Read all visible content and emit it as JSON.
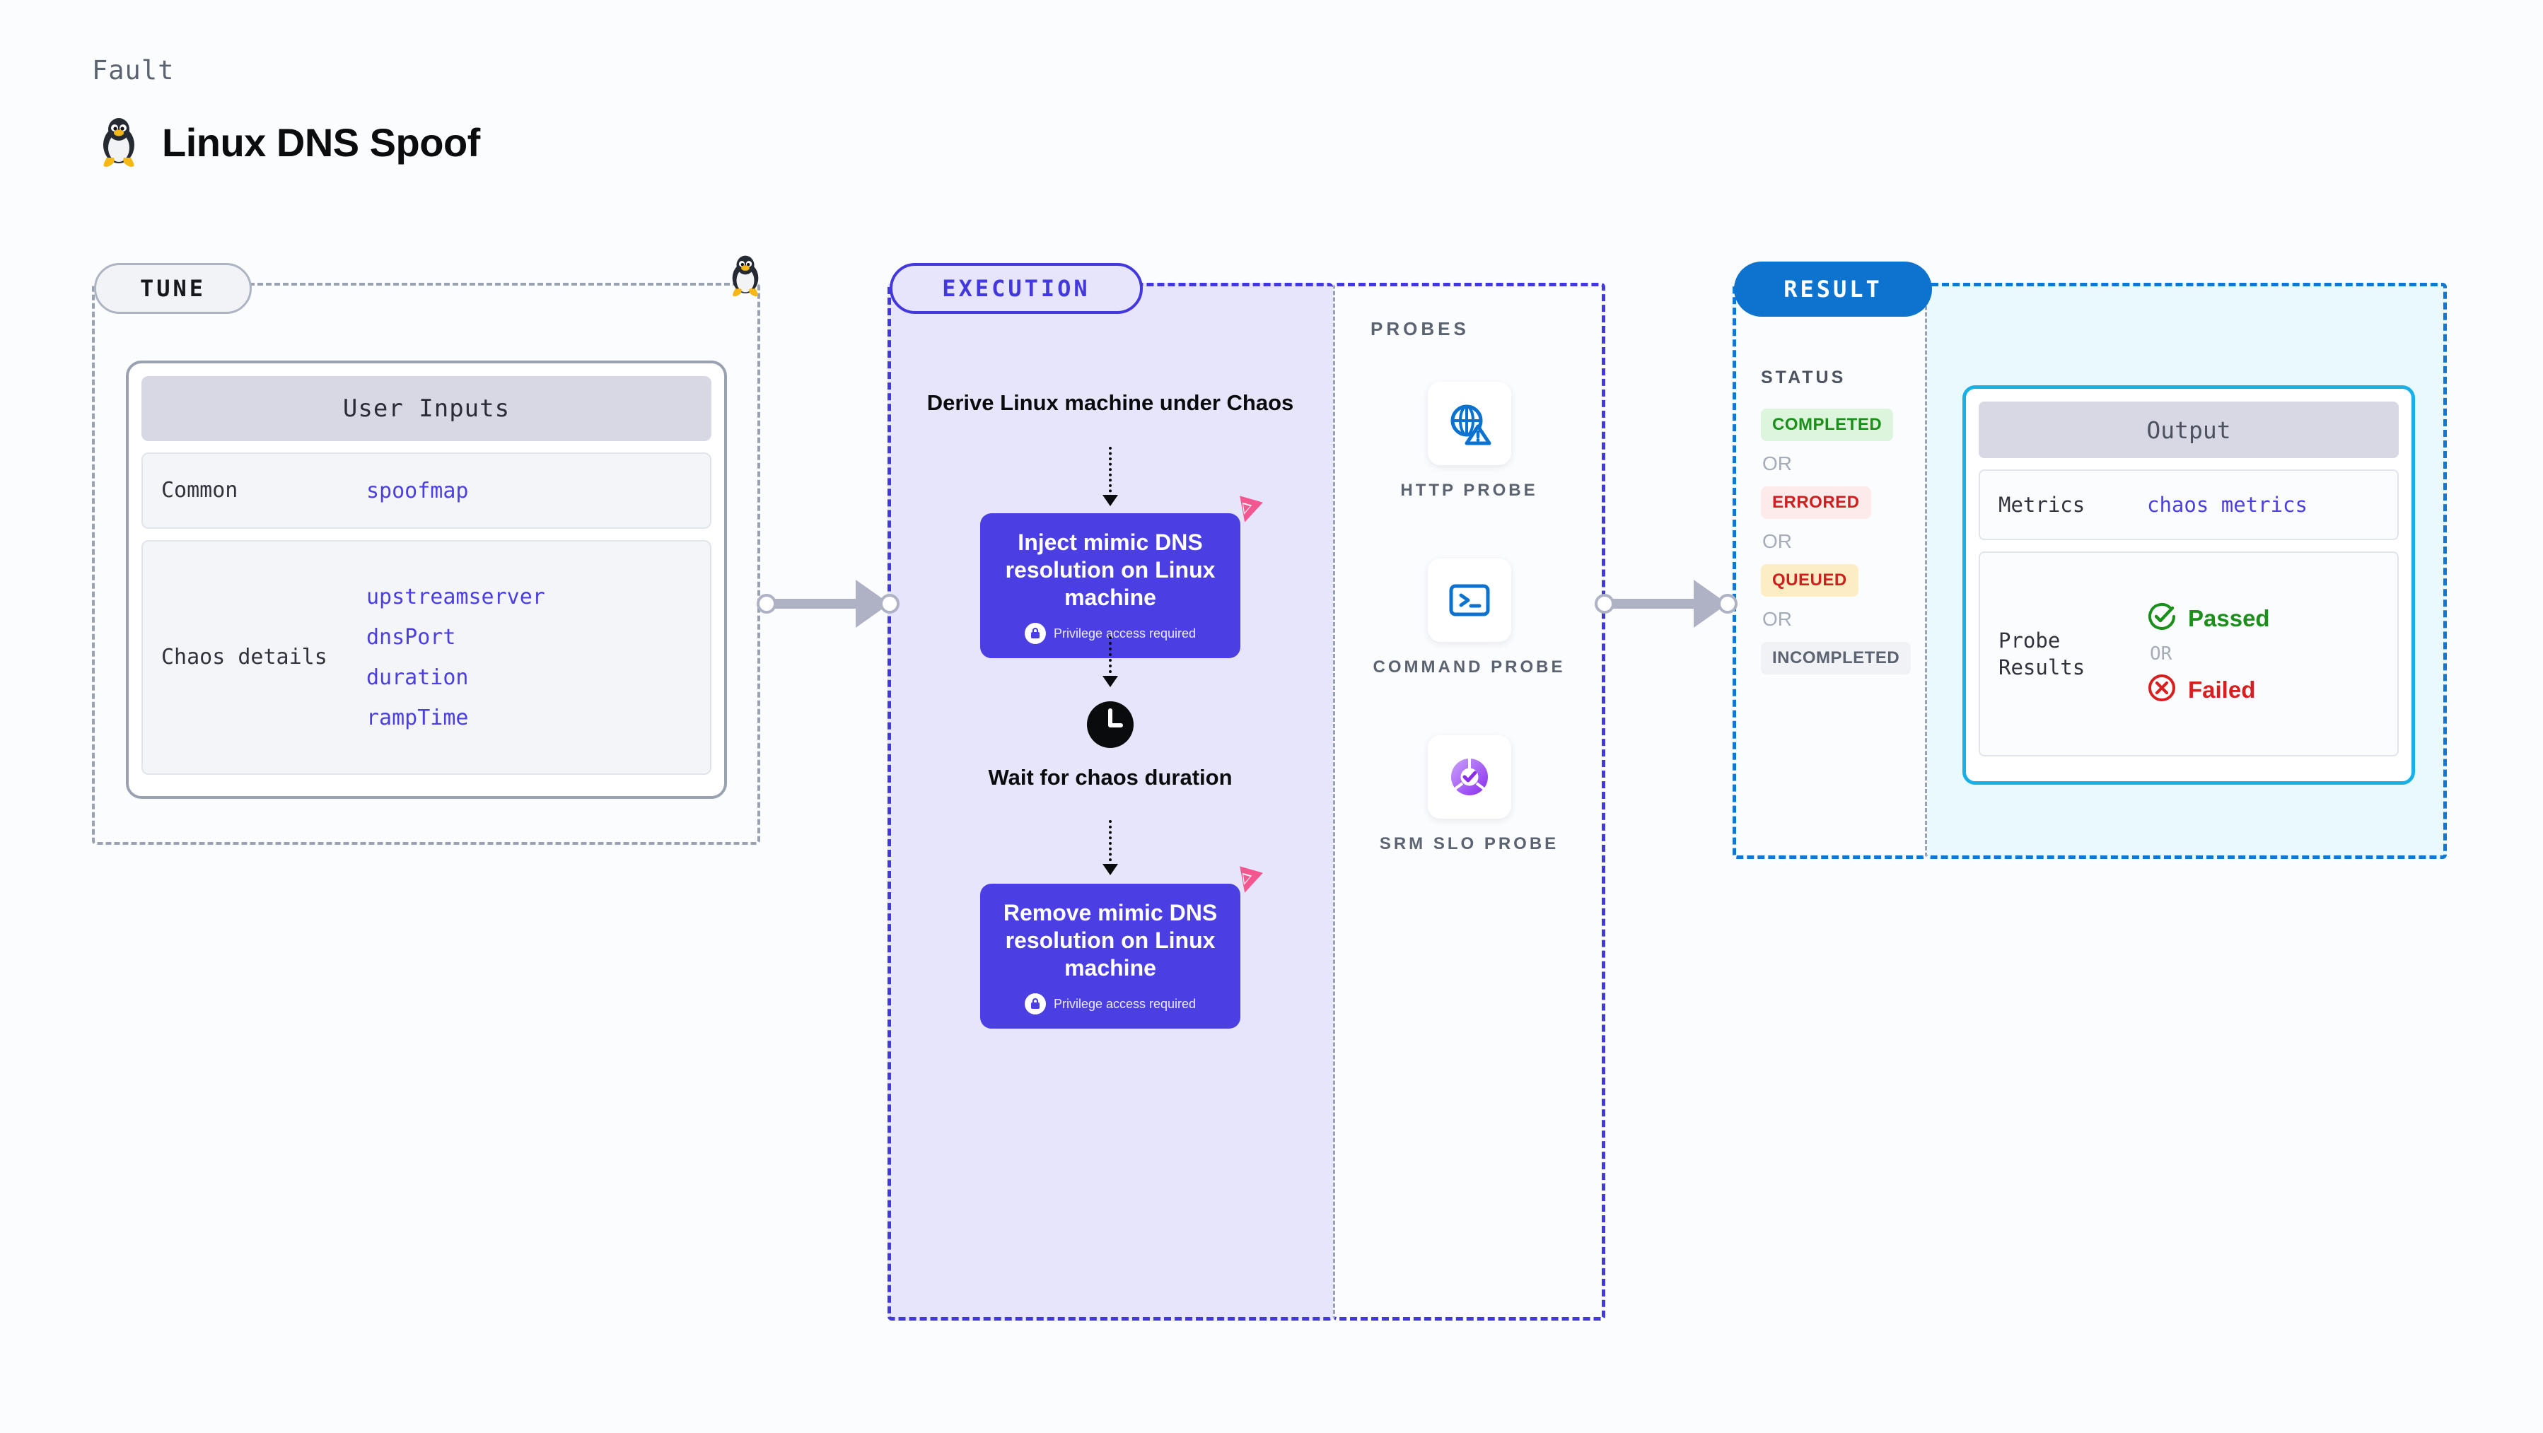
{
  "header": {
    "kicker": "Fault",
    "title": "Linux DNS Spoof",
    "icon": "linux-tux-icon"
  },
  "tune": {
    "pill_label": "TUNE",
    "card": {
      "header": "User Inputs",
      "rows": [
        {
          "key": "Common",
          "values": [
            "spoofmap"
          ]
        },
        {
          "key": "Chaos details",
          "values": [
            "upstreamserver",
            "dnsPort",
            "duration",
            "rampTime"
          ]
        }
      ]
    }
  },
  "execution": {
    "pill_label": "EXECUTION",
    "derive_label": "Derive Linux machine under Chaos",
    "step_inject": {
      "title": "Inject mimic DNS resolution on Linux machine",
      "subtitle": "Privilege access required"
    },
    "wait_label": "Wait for chaos duration",
    "step_remove": {
      "title": "Remove mimic DNS resolution on Linux machine",
      "subtitle": "Privilege access required"
    }
  },
  "probes": {
    "title": "PROBES",
    "items": [
      {
        "caption": "HTTP PROBE",
        "icon": "globe-warning-icon"
      },
      {
        "caption": "COMMAND PROBE",
        "icon": "terminal-icon"
      },
      {
        "caption": "SRM SLO PROBE",
        "icon": "slo-donut-check-icon"
      }
    ]
  },
  "result": {
    "pill_label": "RESULT",
    "status_title": "STATUS",
    "or_label": "OR",
    "statuses": [
      {
        "label": "COMPLETED",
        "bg": "#ddf5dd",
        "color": "#1a8f1a"
      },
      {
        "label": "ERRORED",
        "bg": "#fdeaea",
        "color": "#cf2020"
      },
      {
        "label": "QUEUED",
        "bg": "#fdedc4",
        "color": "#cf2020"
      },
      {
        "label": "INCOMPLETED",
        "bg": "#f1f2f6",
        "color": "#5b6270"
      }
    ]
  },
  "output": {
    "header": "Output",
    "metrics_key": "Metrics",
    "metrics_value": "chaos metrics",
    "probe_results_key": "Probe Results",
    "passed_label": "Passed",
    "failed_label": "Failed",
    "or_label": "OR"
  },
  "colors": {
    "accent_purple": "#4b3fe4",
    "accent_blue": "#0d73ce",
    "accent_cyan": "#19b0e8",
    "pink": "#f4578f",
    "green": "#1a8f1a",
    "red": "#d81f1f"
  }
}
